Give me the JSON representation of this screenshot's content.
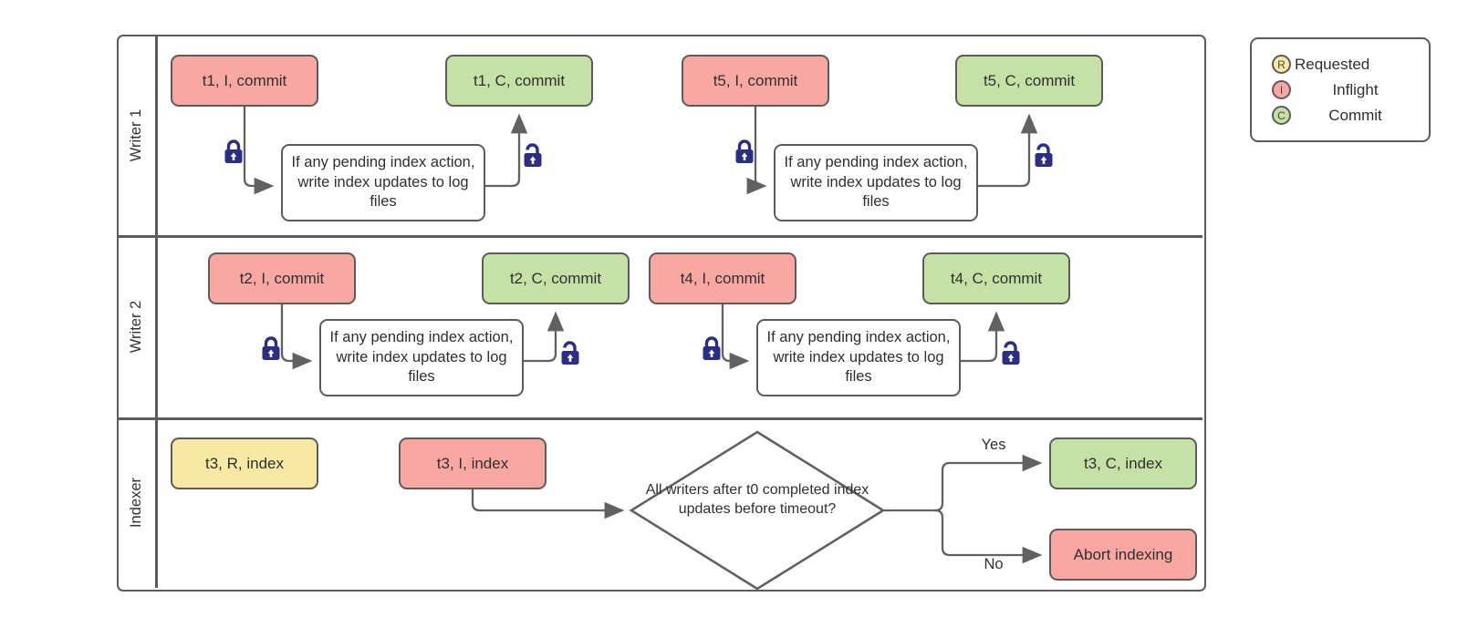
{
  "colors": {
    "inflight_fill": "#F8A8A0",
    "commit_fill": "#C5E1A6",
    "requested_fill": "#F7E9A3",
    "shape_border": "#5B5B5B",
    "connector": "#616161",
    "lock_icon": "#2B2F84",
    "text": "#333333"
  },
  "lanes": [
    {
      "label": "Writer 1",
      "nodes": [
        {
          "text": "t1, I, commit"
        },
        {
          "text": "t1, C, commit"
        },
        {
          "text": "t5, I, commit"
        },
        {
          "text": "t5, C, commit"
        }
      ],
      "processes": [
        {
          "text": "If any pending index action, write index updates to log files"
        },
        {
          "text": "If any pending index action, write index updates to log files"
        }
      ]
    },
    {
      "label": "Writer 2",
      "nodes": [
        {
          "text": "t2, I, commit"
        },
        {
          "text": "t2, C, commit"
        },
        {
          "text": "t4, I, commit"
        },
        {
          "text": "t4, C, commit"
        }
      ],
      "processes": [
        {
          "text": "If any pending index action, write index updates to log files"
        },
        {
          "text": "If any pending index action, write index updates to log files"
        }
      ]
    },
    {
      "label": "Indexer",
      "nodes": [
        {
          "text": "t3, R, index"
        },
        {
          "text": "t3, I, index"
        },
        {
          "text": "t3, C, index"
        },
        {
          "text": "Abort indexing"
        }
      ],
      "decision": {
        "text": "All writers after t0 completed index updates before timeout?",
        "yes_label": "Yes",
        "no_label": "No"
      }
    }
  ],
  "legend": {
    "items": [
      {
        "letter": "R",
        "label": "Requested"
      },
      {
        "letter": "I",
        "label": "Inflight"
      },
      {
        "letter": "C",
        "label": "Commit"
      }
    ]
  }
}
